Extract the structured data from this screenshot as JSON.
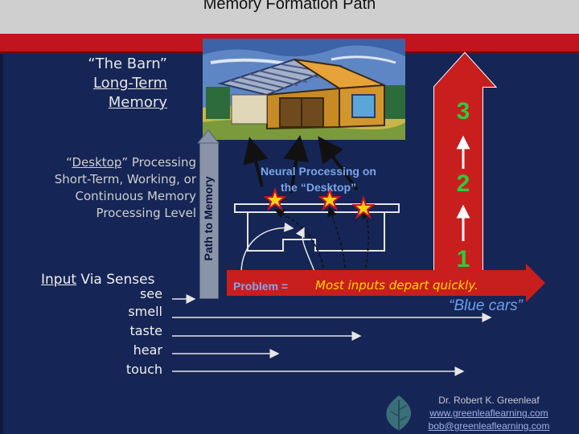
{
  "title": "Memory Formation Path",
  "barn_label": {
    "line1": "“The Barn”",
    "line2": "Long-Term",
    "line3": "Memory"
  },
  "desktop_label": {
    "line1_word": "Desktop",
    "line1_rest": "” Processing",
    "line2": "Short-Term, Working, or",
    "line3": "Continuous  Memory",
    "line4": "Processing Level"
  },
  "path_label": "Path to Memory",
  "input_label": {
    "word": "Input",
    "rest": " Via Senses"
  },
  "senses": [
    "see",
    "smell",
    "taste",
    "hear",
    "touch"
  ],
  "neural_label": {
    "line1": "Neural Processing on",
    "line2": "the “Desktop”"
  },
  "problem_label": "Problem =",
  "problem_text": "Most  inputs depart quickly.",
  "blue_cars": "“Blue cars”",
  "levels": [
    "3",
    "2",
    "1"
  ],
  "colors": {
    "red_arrow": "#c81e1e",
    "green_number": "#2ecb3a",
    "background": "#152555",
    "problem_text": "#ffd600"
  },
  "author": {
    "name": "Dr. Robert K. Greenleaf",
    "website": "www.greenleaflearning.com",
    "email": "bob@greenleaflearning.com"
  }
}
